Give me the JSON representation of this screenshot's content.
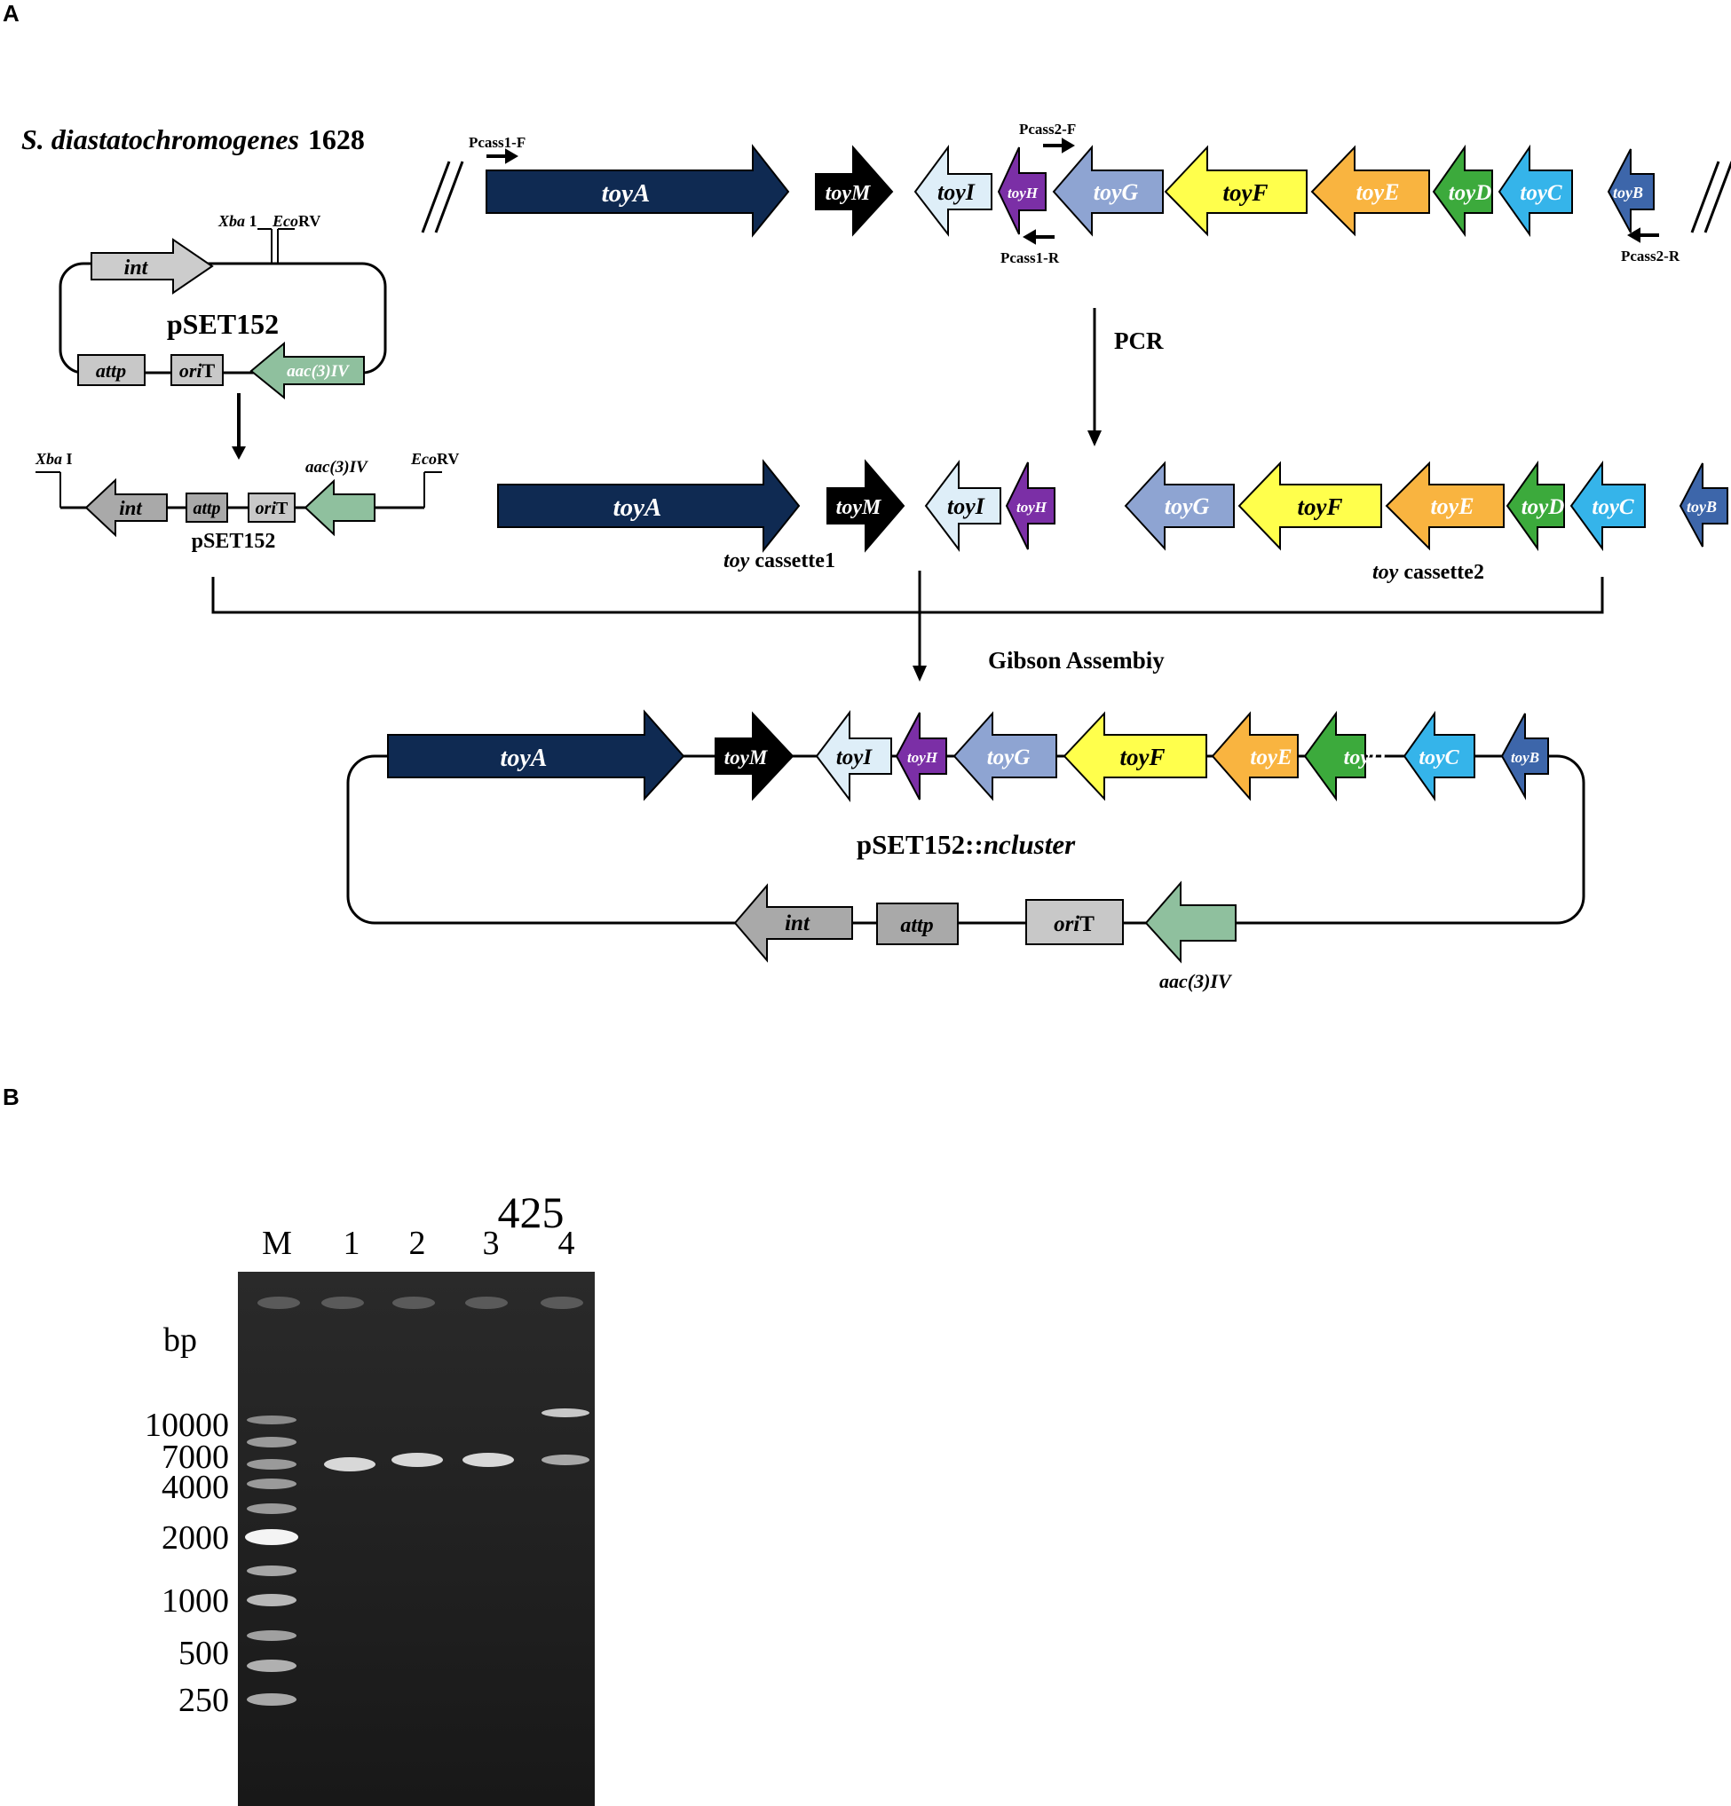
{
  "panels": {
    "a": "A",
    "b": "B"
  },
  "strain": {
    "name": "S. diastatochromogenes",
    "number": "1628"
  },
  "primers": {
    "pcass1_f": "Pcass1-F",
    "pcass2_f": "Pcass2-F",
    "pcass1_r": "Pcass1-R",
    "pcass2_r": "Pcass2-R"
  },
  "steps": {
    "pcr": "PCR",
    "gibson": "Gibson Assembiy"
  },
  "plasmid": {
    "name": "pSET152",
    "new_name_prefix": "pSET152::",
    "new_name_suffix": "ncluster"
  },
  "sites": {
    "xba_it": "Xba",
    "xba_rom": " I",
    "xba_rom_top": " 1",
    "eco_it": "Eco",
    "eco_rom": "RV"
  },
  "vector_genes": {
    "int": "int",
    "attp": "attp",
    "orit_it": "ori",
    "orit_rom": "T",
    "aac": "aac(3)IV"
  },
  "genes": {
    "toyA": "toyA",
    "toyM": "toyM",
    "toyI": "toyI",
    "toyH": "toyH",
    "toyG": "toyG",
    "toyF": "toyF",
    "toyE": "toyE",
    "toyD": "toyD",
    "toyC": "toyC",
    "toyB": "toyB"
  },
  "cassettes": {
    "toy": "toy",
    "c1": " cassette1",
    "c2": " cassette2"
  },
  "colors": {
    "toyA": "#0f2a52",
    "toyM": "#000000",
    "toyI": "#deeef8",
    "toyH": "#7b2fa6",
    "toyG": "#8ea4d2",
    "toyF": "#ffff4c",
    "toyE": "#f9b440",
    "toyD": "#3caa3c",
    "toyC": "#35b4ea",
    "toyB": "#3d66aa",
    "int": "#cccccc",
    "int_dark": "#a9a9a9",
    "attp": "#c8c8c8",
    "orit": "#c8c8c8",
    "aac": "#8fc09e"
  },
  "gel": {
    "lanes": [
      "M",
      "1",
      "2",
      "3",
      "4"
    ],
    "unit": "bp",
    "marker_sizes": [
      "10000",
      "7000",
      "4000",
      "2000",
      "1000",
      "500",
      "250"
    ],
    "overlay": "425"
  }
}
